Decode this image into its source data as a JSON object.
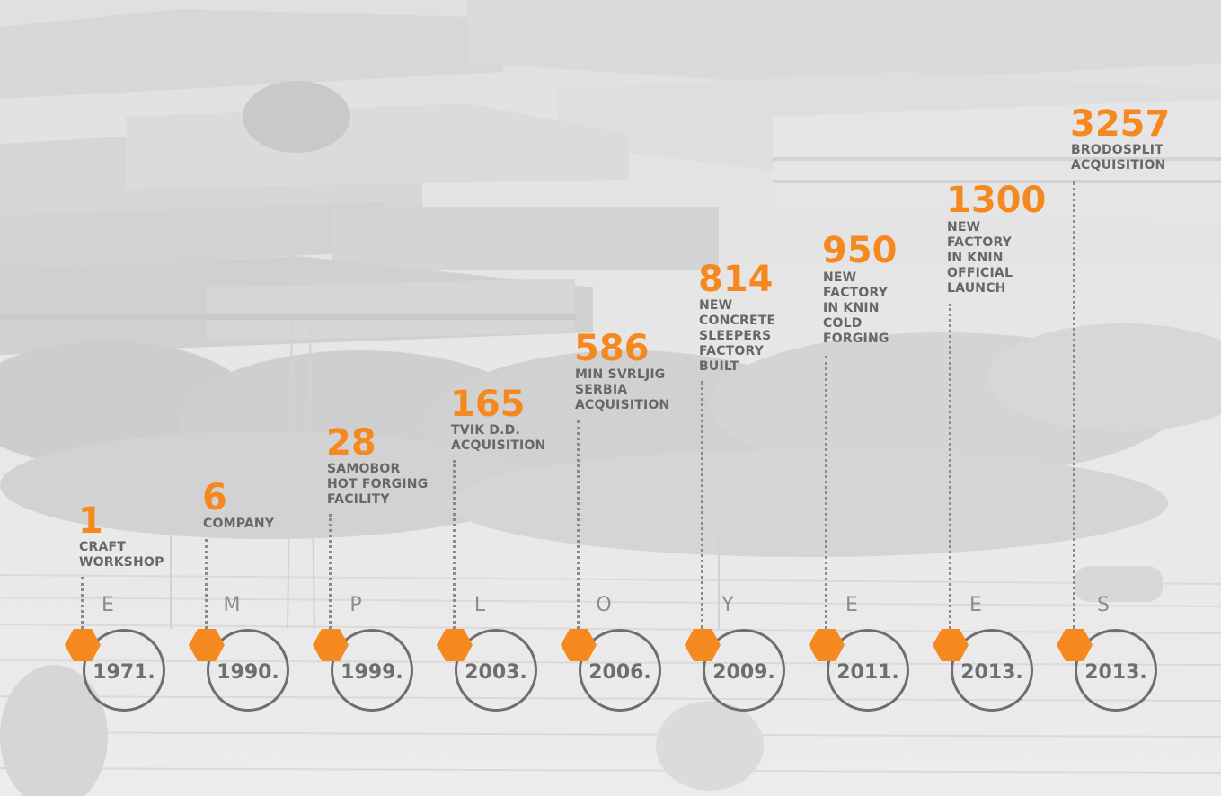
{
  "timeline_word": [
    "E",
    "M",
    "P",
    "L",
    "O",
    "Y",
    "E",
    "E",
    "S"
  ],
  "milestones": [
    {
      "count": "1",
      "description": "CRAFT\nWORKSHOP",
      "year": "1971."
    },
    {
      "count": "6",
      "description": "COMPANY",
      "year": "1990."
    },
    {
      "count": "28",
      "description": "SAMOBOR\nHOT FORGING\nFACILITY",
      "year": "1999."
    },
    {
      "count": "165",
      "description": "TVIK D.D.\nACQUISITION",
      "year": "2003."
    },
    {
      "count": "586",
      "description": "MIN SVRLJIG\nSERBIA\nACQUISITION",
      "year": "2006."
    },
    {
      "count": "814",
      "description": "NEW\nCONCRETE\nSLEEPERS\nFACTORY\nBUILT",
      "year": "2009."
    },
    {
      "count": "950",
      "description": "NEW\nFACTORY\nIN KNIN\nCOLD\nFORGING",
      "year": "2011."
    },
    {
      "count": "1300",
      "description": "NEW\nFACTORY\nIN KNIN\nOFFICIAL\nLAUNCH",
      "year": "2013."
    },
    {
      "count": "3257",
      "description": "BRODOSPLIT\nACQUISITION",
      "year": "2013."
    }
  ],
  "colors": {
    "accent": "#f5891f",
    "text": "#676767",
    "circle": "#6e6e6e"
  },
  "icons": {
    "marker": "hexagon-marker-icon"
  }
}
